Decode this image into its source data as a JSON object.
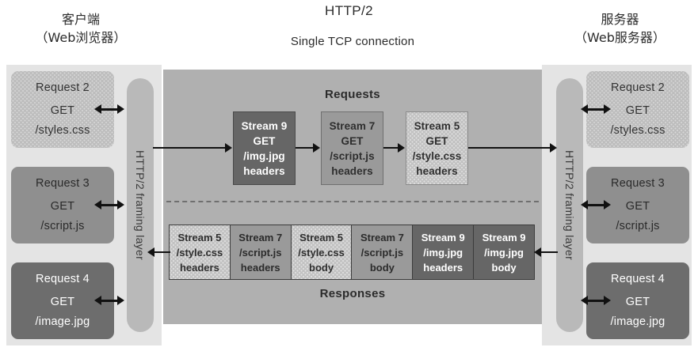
{
  "title": "HTTP/2",
  "connection_label": "Single TCP  connection",
  "client": {
    "title_line1": "客户端",
    "title_line2": "（Web浏览器）",
    "framing_layer_label": "HTTP/2 framing layer",
    "requests": [
      {
        "name": "Request 2",
        "method": "GET",
        "path": "/styles.css",
        "tone": "light"
      },
      {
        "name": "Request 3",
        "method": "GET",
        "path": "/script.js",
        "tone": "mid"
      },
      {
        "name": "Request 4",
        "method": "GET",
        "path": "/image.jpg",
        "tone": "dark"
      }
    ]
  },
  "server": {
    "title_line1": "服务器",
    "title_line2": "（Web服务器）",
    "framing_layer_label": "HTTP/2 framing layer",
    "requests": [
      {
        "name": "Request 2",
        "method": "GET",
        "path": "/styles.css",
        "tone": "light"
      },
      {
        "name": "Request 3",
        "method": "GET",
        "path": "/script.js",
        "tone": "mid"
      },
      {
        "name": "Request 4",
        "method": "GET",
        "path": "/image.jpg",
        "tone": "dark"
      }
    ]
  },
  "connection": {
    "requests_label": "Requests",
    "responses_label": "Responses",
    "request_frames": [
      {
        "stream": "Stream 9",
        "method": "GET",
        "path": "/img.jpg",
        "part": "headers",
        "tone": "dark"
      },
      {
        "stream": "Stream 7",
        "method": "GET",
        "path": "/script.js",
        "part": "headers",
        "tone": "mid"
      },
      {
        "stream": "Stream 5",
        "method": "GET",
        "path": "/style.css",
        "part": "headers",
        "tone": "light"
      }
    ],
    "response_frames": [
      {
        "stream": "Stream 5",
        "path": "/style.css",
        "part": "headers",
        "tone": "light"
      },
      {
        "stream": "Stream 7",
        "path": "/script.js",
        "part": "headers",
        "tone": "mid"
      },
      {
        "stream": "Stream 5",
        "path": "/style.css",
        "part": "body",
        "tone": "light"
      },
      {
        "stream": "Stream 7",
        "path": "/script.js",
        "part": "body",
        "tone": "mid"
      },
      {
        "stream": "Stream 9",
        "path": "/img.jpg",
        "part": "headers",
        "tone": "dark"
      },
      {
        "stream": "Stream 9",
        "path": "/img.jpg",
        "part": "body",
        "tone": "dark"
      }
    ]
  },
  "colors": {
    "panel_background": "#e4e4e4",
    "connection_background": "#b0b0b0",
    "tone_light": "#c2c2c2",
    "tone_mid": "#9a9a9a",
    "tone_dark": "#666666",
    "framing_bar": "#b9b9b9",
    "arrow": "#111111",
    "text_dark": "#2b2b2b",
    "text_light": "#ffffff"
  }
}
